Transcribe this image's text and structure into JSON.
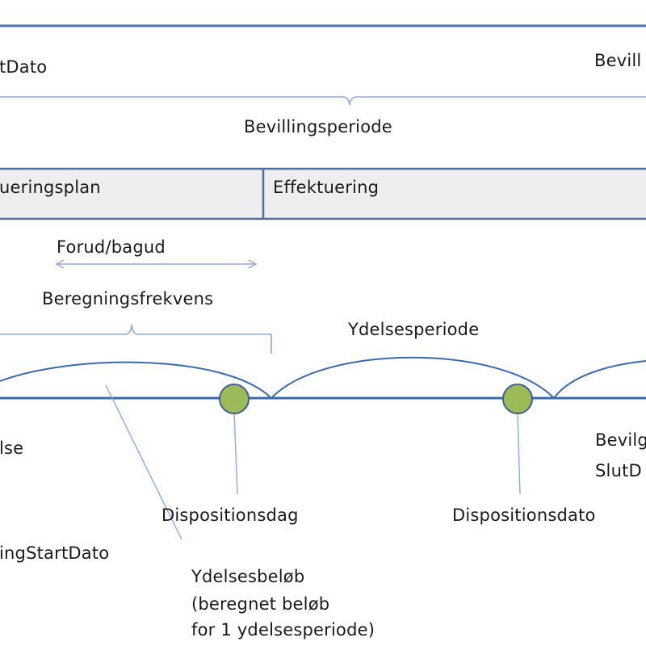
{
  "labels": {
    "top_left_date": "tDato",
    "top_right_partial": "Bevill",
    "grant_period": "Bevillingsperiode",
    "phase_left": "ueringsplan",
    "phase_right": "Effektuering",
    "forward_backward": "Forud/bagud",
    "calc_frequency": "Beregningsfrekvens",
    "benefit_period": "Ydelsesperiode",
    "left_partial": "lse",
    "right_partial_line1": "Bevilg",
    "right_partial_line2": "SlutD",
    "disposition_day": "Dispositionsdag",
    "disposition_date": "Dispositionsdato",
    "start_date_partial": "ingStartDato",
    "benefit_amount_line1": "Ydelsesbeløb",
    "benefit_amount_line2": "(beregnet beløb",
    "benefit_amount_line3": "for 1 ydelsesperiode)"
  },
  "colors": {
    "frame_line": "#4a72b0",
    "bracket_line": "#8eaad8",
    "phase_fill": "#eeeeee",
    "phase_border": "#4f6f9c",
    "timeline": "#3d69ad",
    "marker_fill": "#9bbb59",
    "marker_stroke": "#3e5f91"
  }
}
